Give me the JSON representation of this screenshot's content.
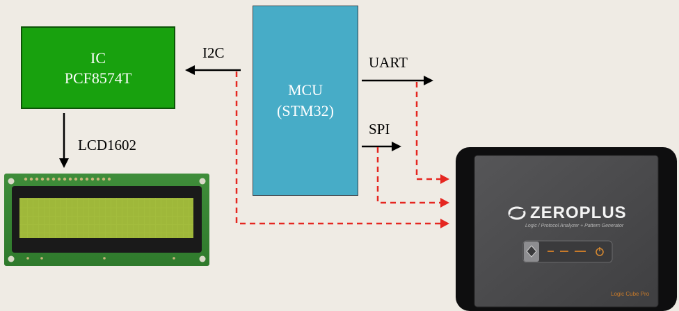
{
  "ic": {
    "line1": "IC",
    "line2": "PCF8574T"
  },
  "mcu": {
    "line1": "MCU",
    "line2": "(STM32)"
  },
  "labels": {
    "i2c": "I2C",
    "uart": "UART",
    "spi": "SPI",
    "lcd": "LCD1602"
  },
  "analyzer": {
    "brand": "ZEROPLUS",
    "subtitle": "Logic / Protocol Analyzer + Pattern Generator",
    "model": "Logic Cube Pro"
  },
  "colors": {
    "ic_fill": "#18a10e",
    "mcu_fill": "#47acc7",
    "probe_lines": "#e52620",
    "analyzer_body": "#4b4b4d",
    "lcd_screen": "#a3bd3d"
  }
}
